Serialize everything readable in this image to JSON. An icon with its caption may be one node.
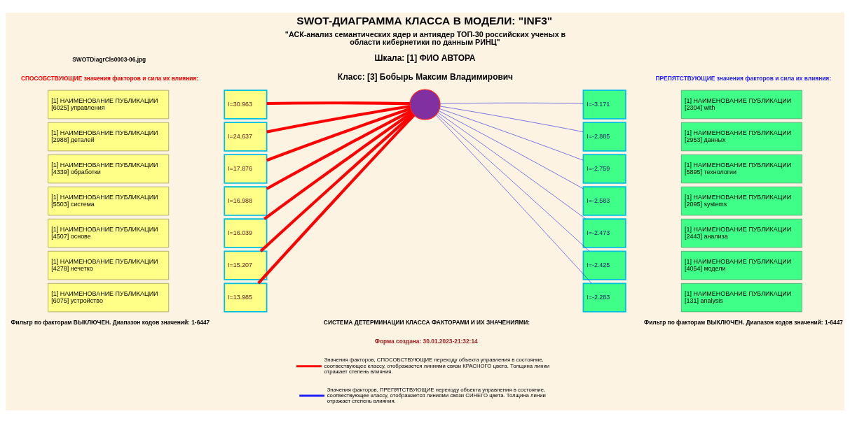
{
  "diagram": {
    "title": "SWOT-ДИАГРАММА КЛАССА В МОДЕЛИ: \"INF3\"",
    "nodes": [
      {
        "text": [],
        "shape": "circle"
      },
      {
        "text": [
          "[1] НАИМЕНОВАНИЕ ПУБЛИКАЦИИ",
          "[6025] управления"
        ]
      },
      {
        "text": [
          "[1] НАИМЕНОВАНИЕ ПУБЛИКАЦИИ",
          "[2988] деталей"
        ]
      },
      {
        "text": [
          "[1] НАИМЕНОВАНИЕ ПУБЛИКАЦИИ",
          "[4339] обработки"
        ]
      },
      {
        "text": [
          "[1] НАИМЕНОВАНИЕ ПУБЛИКАЦИИ",
          "[5503] система"
        ]
      },
      {
        "text": [
          "[1] НАИМЕНОВАНИЕ ПУБЛИКАЦИИ",
          "[4507] основе"
        ]
      },
      {
        "text": [
          "[1] НАИМЕНОВАНИЕ ПУБЛИКАЦИИ",
          "[4278] нечетко"
        ]
      },
      {
        "text": [
          "[1] НАИМЕНОВАНИЕ ПУБЛИКАЦИИ",
          "[6075] устройство"
        ]
      },
      {
        "text": [
          "I=30.963"
        ]
      },
      {
        "text": [
          "I=24.637"
        ]
      },
      {
        "text": [
          "I=17.876"
        ]
      },
      {
        "text": [
          "I=16.988"
        ]
      },
      {
        "text": [
          "I=16.039"
        ]
      },
      {
        "text": [
          "I=15.207"
        ]
      },
      {
        "text": [
          "I=13.985"
        ]
      },
      {
        "text": [
          "I=-3.171"
        ]
      },
      {
        "text": [
          "I=-2.885"
        ]
      },
      {
        "text": [
          "I=-2.759"
        ]
      },
      {
        "text": [
          "I=-2.583"
        ]
      },
      {
        "text": [
          "I=-2.473"
        ]
      },
      {
        "text": [
          "I=-2.425"
        ]
      },
      {
        "text": [
          "I=-2.283"
        ]
      },
      {
        "text": [
          "[1] НАИМЕНОВАНИЕ ПУБЛИКАЦИИ",
          "[2304] with"
        ]
      },
      {
        "text": [
          "[1] НАИМЕНОВАНИЕ ПУБЛИКАЦИИ",
          "[2953] данных"
        ]
      },
      {
        "text": [
          "[1] НАИМЕНОВАНИЕ ПУБЛИКАЦИИ",
          "[5895] технологии"
        ]
      },
      {
        "text": [
          "[1] НАИМЕНОВАНИЕ ПУБЛИКАЦИИ",
          "[2095] systems"
        ]
      },
      {
        "text": [
          "[1] НАИМЕНОВАНИЕ ПУБЛИКАЦИИ",
          "[2443] анализа"
        ]
      },
      {
        "text": [
          "[1] НАИМЕНОВАНИЕ ПУБЛИКАЦИИ",
          "[4054] модели"
        ]
      },
      {
        "text": [
          "[1] НАИМЕНОВАНИЕ ПУБЛИКАЦИИ",
          "[131] analysis"
        ]
      }
    ],
    "edges": [
      {
        "from": 0,
        "to": 8,
        "arrow": "none",
        "style": "thick",
        "color": "#ff0000"
      },
      {
        "from": 0,
        "to": 9,
        "arrow": "none",
        "style": "thick",
        "color": "#ff0000"
      },
      {
        "from": 0,
        "to": 10,
        "arrow": "none",
        "style": "thick",
        "color": "#ff0000"
      },
      {
        "from": 0,
        "to": 11,
        "arrow": "none",
        "style": "thick",
        "color": "#ff0000"
      },
      {
        "from": 0,
        "to": 12,
        "arrow": "none",
        "style": "thick",
        "color": "#ff0000"
      },
      {
        "from": 0,
        "to": 13,
        "arrow": "none",
        "style": "thick",
        "color": "#ff0000"
      },
      {
        "from": 0,
        "to": 14,
        "arrow": "none",
        "style": "thick",
        "color": "#ff0000"
      },
      {
        "from": 0,
        "to": 15,
        "arrow": "none",
        "color": "#2020e0"
      },
      {
        "from": 0,
        "to": 16,
        "arrow": "none",
        "color": "#2020e0"
      },
      {
        "from": 0,
        "to": 17,
        "arrow": "none",
        "color": "#2020e0"
      },
      {
        "from": 0,
        "to": 18,
        "arrow": "none",
        "color": "#2020e0"
      },
      {
        "from": 0,
        "to": 19,
        "arrow": "none",
        "color": "#2020e0"
      },
      {
        "from": 0,
        "to": 20,
        "arrow": "none",
        "color": "#2020e0"
      },
      {
        "from": 0,
        "to": 21,
        "arrow": "none",
        "color": "#2020e0"
      }
    ],
    "labels": [
      "SWOTDiagrCls0003-06.jpg",
      "\"АСК-анализ семантических ядер и антиядер ТОП-30 российских ученых в области кибернетики по данным РИНЦ\"",
      "Шкала: [1] ФИО АВТОРА",
      "Класс: [3] Бобырь Максим Владимирович",
      "СПОСОБСТВУЮЩИЕ значения факторов и сила их влияния:",
      "ПРЕПЯТСТВУЮЩИЕ значения факторов и сила их влияния:",
      "Фильтр по факторам ВЫКЛЮЧЕН. Диапазон кодов значений: 1-6447",
      "Фильтр по факторам ВЫКЛЮЧЕН. Диапазон кодов значений: 1-6447",
      "СИСТЕМА ДЕТЕРМИНАЦИИ КЛАССА ФАКТОРАМИ И ИХ ЗНАЧЕНИЯМИ:",
      "Форма создана: 30.01.2023-21:32:14"
    ],
    "legend": [
      {
        "text": "Значения факторов, СПОСОБСТВУЮЩИЕ переходу объекта управления в состояние, соотвествующее классу, отображается линиями связи КРАСНОГО цвета. Толщина линии отражает степень влияния."
      },
      {
        "text": "Значения факторов, ПРЕПЯТСТВУЮЩИЕ переходу объекта управления в состояние, соотвествующее классу, отображается линиями связи СИНЕГО цвета. Толщина линии отражает степень влияния."
      }
    ]
  }
}
